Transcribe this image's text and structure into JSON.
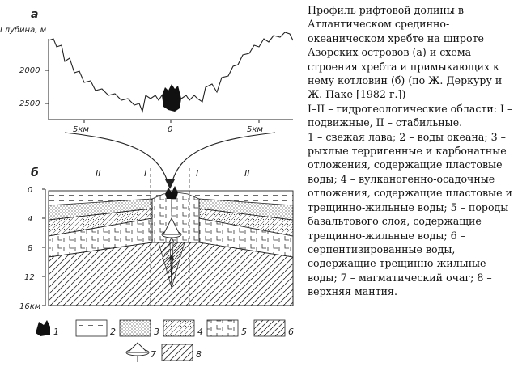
{
  "figure": {
    "panel_a": {
      "letter": "а",
      "axis_title": "Глубина, м",
      "depth_ticks": [
        "2000",
        "2500"
      ],
      "distance_ticks": [
        "5км",
        "0",
        "5км"
      ]
    },
    "panel_b": {
      "letter": "б",
      "zones_top": [
        "II",
        "I",
        "I",
        "II"
      ],
      "depth_ticks": [
        "0",
        "4",
        "8",
        "12",
        "16км"
      ]
    },
    "legend": [
      {
        "num": "1",
        "symbol": "fresh-lava"
      },
      {
        "num": "2",
        "symbol": "ocean-water"
      },
      {
        "num": "3",
        "symbol": "loose-sediment"
      },
      {
        "num": "4",
        "symbol": "volcanogenic-sediment"
      },
      {
        "num": "5",
        "symbol": "basalt-layer"
      },
      {
        "num": "6",
        "symbol": "serpentinite"
      },
      {
        "num": "7",
        "symbol": "magma-chamber"
      },
      {
        "num": "8",
        "symbol": "upper-mantle"
      }
    ]
  },
  "caption": {
    "intro": "Профиль рифтовой долины в Атлантическом срединно-океаническом хребте на широте Азорских островов (а) и схема строения хребта и примыкающих к нему котловин (б) (по Ж. Деркуру и Ж. Паке [1982 г.])",
    "zones": "I–II – гидрогеологические области: I – подвижные, II – стабильные.",
    "legend_text": "1 – свежая лава; 2 – воды океана; 3 – рыхлые терригенные и карбонатные отложения, содержащие пластовые воды; 4 – вулканогенно-осадочные отложения, содержащие пластовые и трещинно-жильные воды; 5 – породы базальтового слоя, содержащие трещинно-жильные воды; 6 – серпентизированные воды, содержащие трещинно-жильные воды; 7 – магматический очаг; 8 – верхняя мантия."
  }
}
